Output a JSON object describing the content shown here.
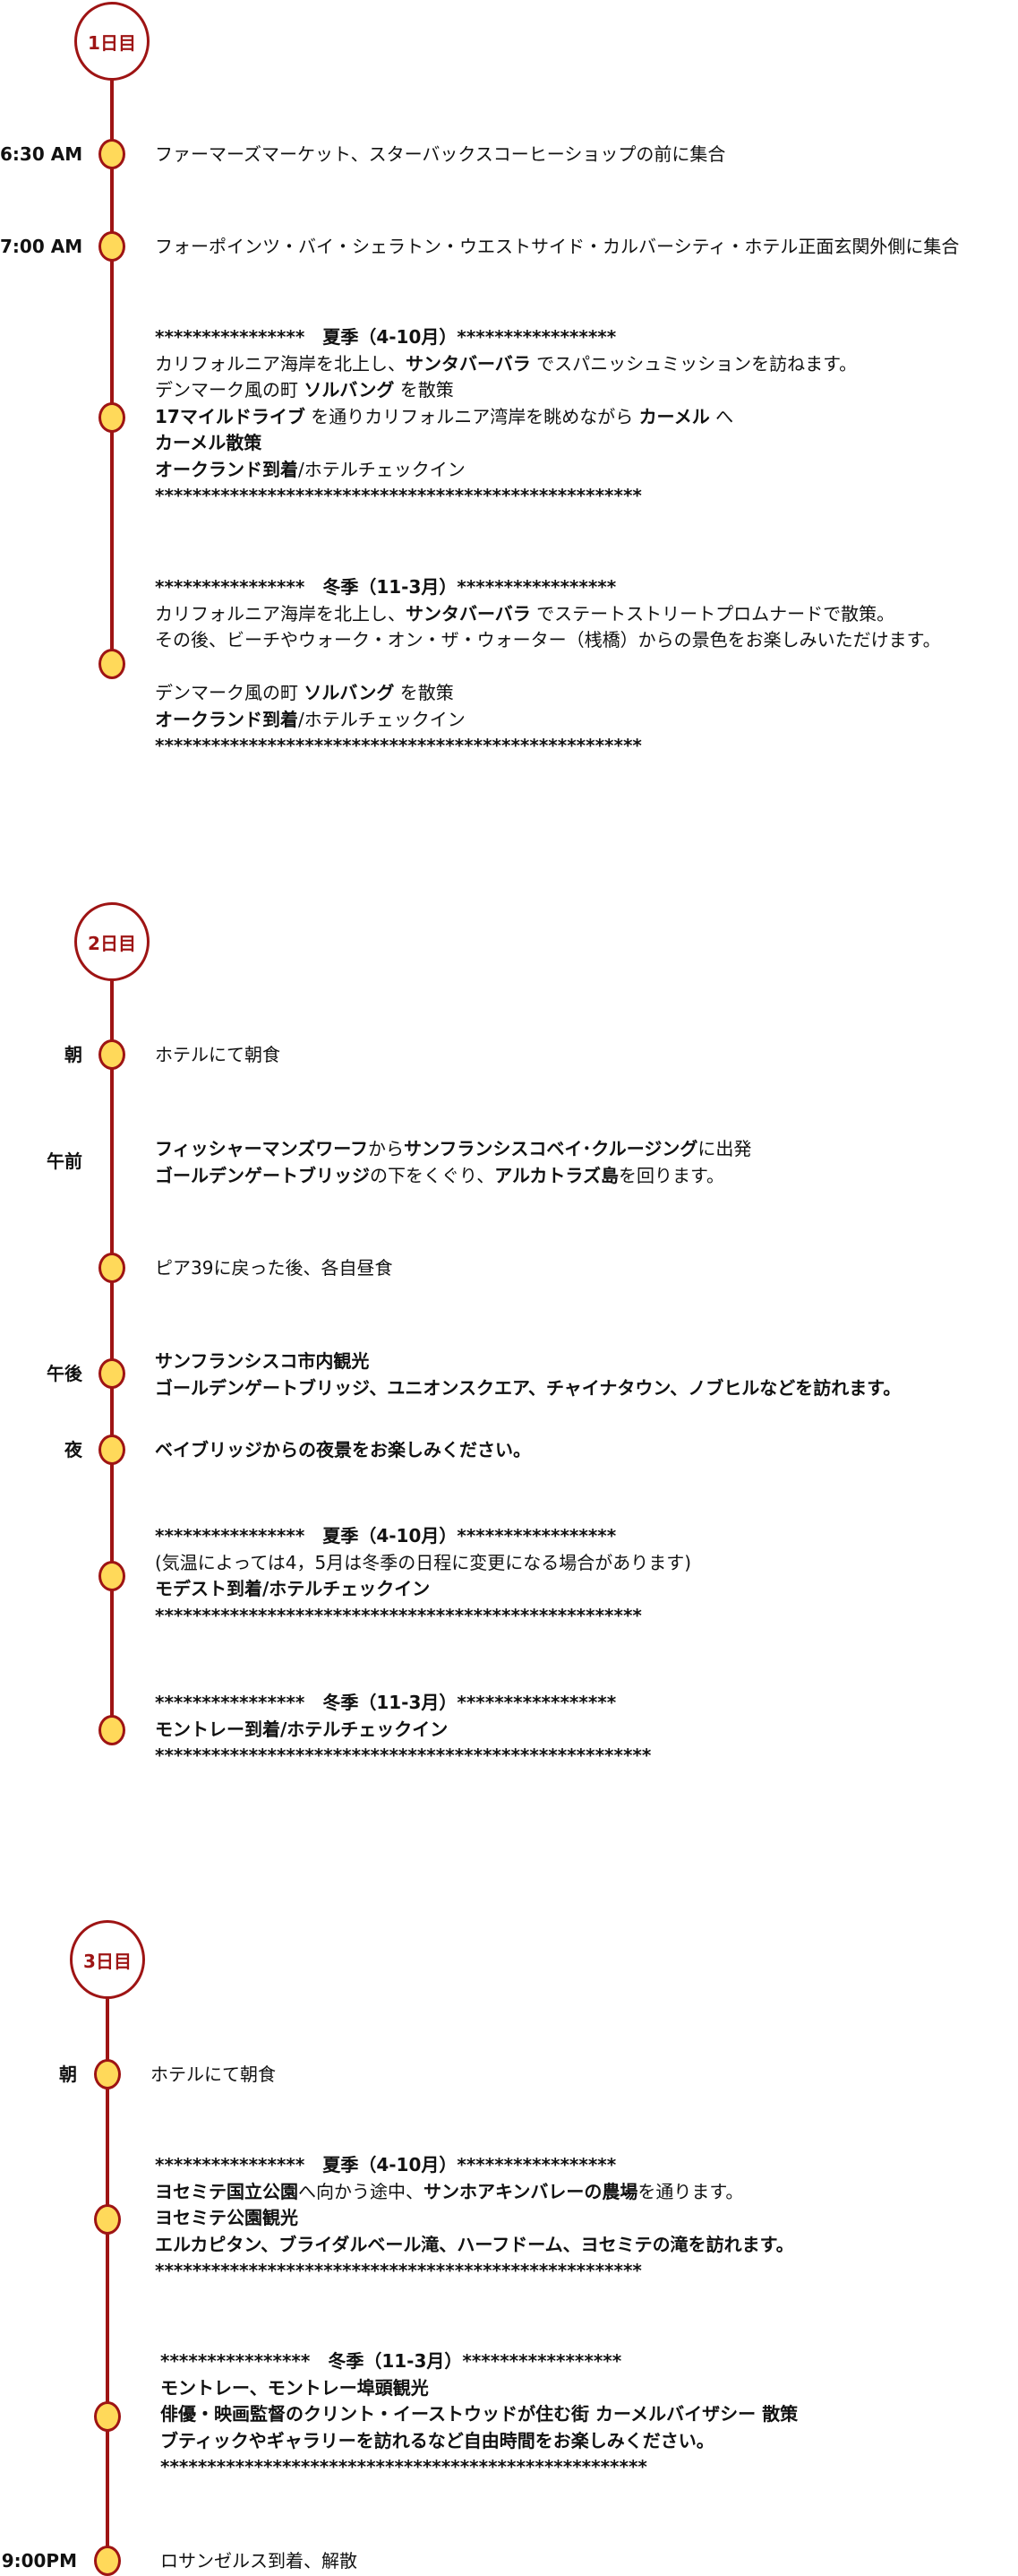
{
  "colors": {
    "accent": "#9e1414",
    "dot": "#ffd95a"
  },
  "days": [
    {
      "label": "1日目",
      "items": [
        {
          "time": "6:30 AM",
          "lines": [
            [
              {
                "t": "ファーマーズマーケット、スターバックスコーヒーショップの前に集合"
              }
            ]
          ]
        },
        {
          "time": "7:00 AM",
          "lines": [
            [
              {
                "t": "フォーポインツ・バイ・シェラトン・ウエストサイド・カルバーシティ・ホテル正面玄関外側に集合"
              }
            ]
          ]
        },
        {
          "time": "",
          "lines": [
            [
              {
                "t": "****************　夏季（4-10月）*****************",
                "b": true
              }
            ],
            [
              {
                "t": "カリフォルニア海岸を北上し、"
              },
              {
                "t": "サンタバーバラ",
                "b": true
              },
              {
                "t": " でスパニッシュミッションを訪ねます。"
              }
            ],
            [
              {
                "t": "デンマーク風の町 "
              },
              {
                "t": "ソルバング",
                "b": true
              },
              {
                "t": " を散策"
              }
            ],
            [
              {
                "t": "17マイルドライブ",
                "b": true
              },
              {
                "t": " を通りカリフォルニア湾岸を眺めながら "
              },
              {
                "t": "カーメル",
                "b": true
              },
              {
                "t": " へ"
              }
            ],
            [
              {
                "t": "カーメル散策",
                "b": true
              }
            ],
            [
              {
                "t": "オークランド到着",
                "b": true
              },
              {
                "t": "/ホテルチェックイン"
              }
            ],
            [
              {
                "t": "****************************************************",
                "b": true
              }
            ]
          ]
        },
        {
          "time": "",
          "lines": [
            [
              {
                "t": "****************　冬季（11-3月）*****************",
                "b": true
              }
            ],
            [
              {
                "t": "カリフォルニア海岸を北上し、"
              },
              {
                "t": "サンタバーバラ",
                "b": true
              },
              {
                "t": " でステートストリートプロムナードで散策。"
              }
            ],
            [
              {
                "t": "その後、ビーチやウォーク・オン・ザ・ウォーター（桟橋）からの景色をお楽しみいただけます。"
              }
            ],
            [],
            [
              {
                "t": "デンマーク風の町 "
              },
              {
                "t": "ソルバング",
                "b": true
              },
              {
                "t": " を散策"
              }
            ],
            [
              {
                "t": "オークランド到着",
                "b": true
              },
              {
                "t": "/ホテルチェックイン"
              }
            ],
            [
              {
                "t": "****************************************************",
                "b": true
              }
            ]
          ]
        }
      ]
    },
    {
      "label": "2日目",
      "items": [
        {
          "time": "朝",
          "lines": [
            [
              {
                "t": "ホテルにて朝食"
              }
            ]
          ]
        },
        {
          "time": "午前",
          "lines": [
            [
              {
                "t": "フィッシャーマンズワーフ",
                "b": true
              },
              {
                "t": "から"
              },
              {
                "t": "サンフランシスコベイ･クルージング",
                "b": true
              },
              {
                "t": "に出発"
              }
            ],
            [
              {
                "t": "ゴールデンゲートブリッジ",
                "b": true
              },
              {
                "t": "の下をくぐり、"
              },
              {
                "t": "アルカトラズ島",
                "b": true
              },
              {
                "t": "を回ります。"
              }
            ]
          ]
        },
        {
          "time": "",
          "lines": [
            [
              {
                "t": "ピア39に戻った後、各自昼食"
              }
            ]
          ]
        },
        {
          "time": "午後",
          "lines": [
            [
              {
                "t": "サンフランシスコ市内観光",
                "b": true
              }
            ],
            [
              {
                "t": "ゴールデンゲートブリッジ、ユニオンスクエア、チャイナタウン、ノブヒルなどを訪れます。",
                "b": true
              }
            ]
          ]
        },
        {
          "time": "夜",
          "lines": [
            [
              {
                "t": "ベイブリッジからの夜景をお楽しみください。",
                "b": true
              }
            ]
          ]
        },
        {
          "time": "",
          "lines": [
            [
              {
                "t": "****************　夏季（4-10月）*****************",
                "b": true
              }
            ],
            [
              {
                "t": "(気温によっては4，5月は冬季の日程に変更になる場合があります)"
              }
            ],
            [
              {
                "t": "モデスト到着/ホテルチェックイン",
                "b": true
              }
            ],
            [
              {
                "t": "****************************************************",
                "b": true
              }
            ]
          ]
        },
        {
          "time": "",
          "lines": [
            [
              {
                "t": "****************　冬季（11-3月）*****************",
                "b": true
              }
            ],
            [
              {
                "t": "モントレー到着/ホテルチェックイン",
                "b": true
              }
            ],
            [
              {
                "t": "*****************************************************",
                "b": true
              }
            ]
          ]
        }
      ]
    },
    {
      "label": "3日目",
      "items": [
        {
          "time": "朝",
          "lines": [
            [
              {
                "t": "ホテルにて朝食"
              }
            ]
          ]
        },
        {
          "time": "",
          "lines": [
            [
              {
                "t": "****************　夏季（4-10月）*****************",
                "b": true
              }
            ],
            [
              {
                "t": "ヨセミテ国立公園",
                "b": true
              },
              {
                "t": "へ向かう途中、"
              },
              {
                "t": "サンホアキンバレーの農場",
                "b": true
              },
              {
                "t": "を通ります。"
              }
            ],
            [
              {
                "t": "ヨセミテ公園観光",
                "b": true
              }
            ],
            [
              {
                "t": "エルカピタン、ブライダルベール滝、ハーフドーム、ヨセミテの滝を訪れます。",
                "b": true
              }
            ],
            [
              {
                "t": "****************************************************",
                "b": true
              }
            ]
          ]
        },
        {
          "time": "",
          "lines": [
            [
              {
                "t": "****************　冬季（11-3月）*****************",
                "b": true
              }
            ],
            [
              {
                "t": "モントレー、モントレー埠頭観光",
                "b": true
              }
            ],
            [
              {
                "t": "俳優・映画監督のクリント・イーストウッドが住む街 カーメルバイザシー 散策",
                "b": true
              }
            ],
            [
              {
                "t": "ブティックやギャラリーを訪れるなど自由時間をお楽しみください。",
                "b": true
              }
            ],
            [
              {
                "t": "****************************************************",
                "b": true
              }
            ]
          ]
        },
        {
          "time": "9:00PM",
          "lines": [
            [
              {
                "t": "ロサンゼルス到着、解散"
              }
            ]
          ]
        }
      ]
    }
  ]
}
